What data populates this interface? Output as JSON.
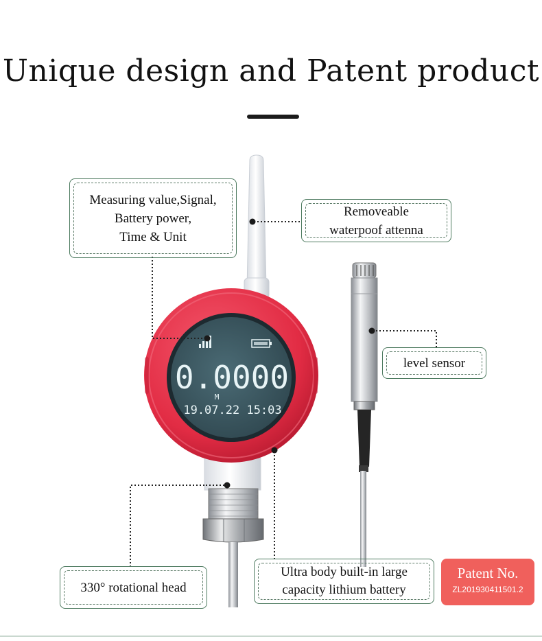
{
  "title": "Unique design and Patent product",
  "callouts": {
    "display_line1": "Measuring value,Signal,",
    "display_line2": "Battery power,",
    "display_line3": "Time & Unit",
    "antenna_line1": "Removeable",
    "antenna_line2": "waterpoof attenna",
    "level_sensor": "level sensor",
    "rotational_head": "330° rotational  head",
    "battery_line1": "Ultra body built-in large",
    "battery_line2": "capacity lithium battery"
  },
  "patent": {
    "label": "Patent No.",
    "number": "ZL201930411501.2"
  },
  "lcd": {
    "value": "0.0000",
    "unit": "M",
    "datetime": "19.07.22  15:03"
  },
  "colors": {
    "housing_red": "#e8334a",
    "lcd_bg": "#3a5660",
    "callout_border": "#4d7a5f",
    "patent_bg": "#f0605c"
  }
}
